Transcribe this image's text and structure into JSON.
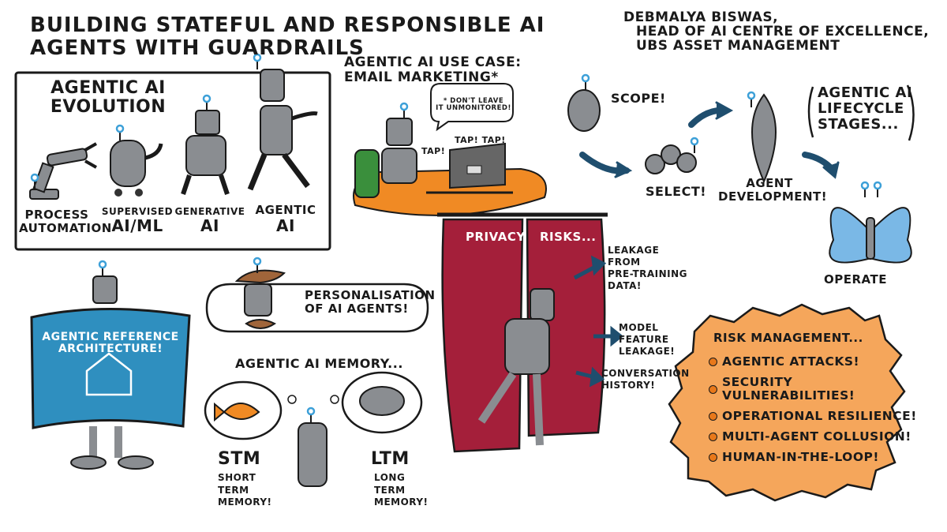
{
  "title": "BUILDING STATEFUL AND RESPONSIBLE AI AGENTS WITH GUARDRAILS",
  "author": {
    "name": "DEBMALYA BISWAS,",
    "role": "HEAD OF AI CENTRE OF EXCELLENCE,",
    "org": "UBS ASSET MANAGEMENT"
  },
  "evolution": {
    "heading_line1": "AGENTIC AI",
    "heading_line2": "EVOLUTION",
    "stages": [
      {
        "line1": "PROCESS",
        "line2": "AUTOMATION"
      },
      {
        "line1": "SUPERVISED",
        "line2": "AI/ML"
      },
      {
        "line1": "GENERATIVE",
        "line2": "AI"
      },
      {
        "line1": "AGENTIC",
        "line2": "AI"
      }
    ]
  },
  "use_case": {
    "line1": "AGENTIC AI USE CASE:",
    "line2": "EMAIL MARKETING*",
    "bubble_line1": "* DON'T LEAVE",
    "bubble_line2": "IT UNMONITORED!",
    "tap1": "TAP! TAP!",
    "tap2": "TAP!"
  },
  "lifecycle": {
    "heading_line1": "AGENTIC AI",
    "heading_line2": "LIFECYCLE",
    "heading_line3": "STAGES...",
    "scope": "SCOPE!",
    "select": "SELECT!",
    "dev_line1": "AGENT",
    "dev_line2": "DEVELOPMENT!",
    "operate": "OPERATE"
  },
  "reference_arch": {
    "line1": "AGENTIC REFERENCE",
    "line2": "ARCHITECTURE!"
  },
  "personalisation": {
    "line1": "PERSONALISATION",
    "line2": "OF AI AGENTS!"
  },
  "memory": {
    "heading": "AGENTIC AI MEMORY...",
    "stm": "STM",
    "stm_desc": [
      "SHORT",
      "TERM",
      "MEMORY!"
    ],
    "ltm": "LTM",
    "ltm_desc": [
      "LONG",
      "TERM",
      "MEMORY!"
    ]
  },
  "privacy": {
    "curtain_left": "PRIVACY",
    "curtain_right": "RISKS...",
    "risks": [
      [
        "LEAKAGE",
        "FROM",
        "PRE-TRAINING",
        "DATA!"
      ],
      [
        "MODEL",
        "FEATURE",
        "LEAKAGE!"
      ],
      [
        "CONVERSATION",
        "HISTORY!"
      ]
    ]
  },
  "risk_management": {
    "heading": "RISK MANAGEMENT...",
    "items": [
      "AGENTIC ATTACKS!",
      "SECURITY VULNERABILITIES!",
      "OPERATIONAL RESILIENCE!",
      "MULTI-AGENT COLLUSION!",
      "HUMAN-IN-THE-LOOP!"
    ]
  },
  "colors": {
    "robot_grey": "#8a8d91",
    "curtain_red": "#a41f3a",
    "blueprint_blue": "#2f8fbf",
    "arrow_blue": "#1f4e6e",
    "orange": "#f5a65b",
    "butterfly_blue": "#7ab8e6",
    "desk_orange": "#f08a24",
    "chair_green": "#3a8f3c"
  }
}
